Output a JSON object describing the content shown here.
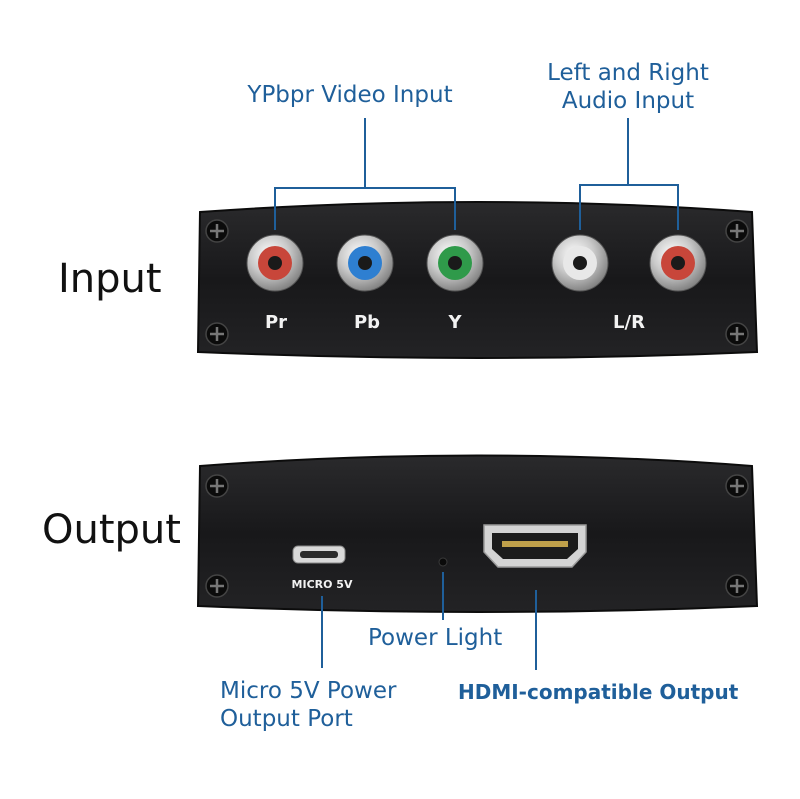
{
  "sections": {
    "input_label": "Input",
    "output_label": "Output"
  },
  "callouts": {
    "video_input": "YPbpr Video Input",
    "audio_input_line1": "Left and Right",
    "audio_input_line2": "Audio Input",
    "power_light": "Power Light",
    "micro_port_line1": "Micro 5V Power",
    "micro_port_line2": "Output Port",
    "hdmi_output": "HDMI-compatible Output"
  },
  "ports": {
    "pr": "Pr",
    "pb": "Pb",
    "y": "Y",
    "lr": "L/R",
    "micro": "MICRO 5V"
  },
  "colors": {
    "callout_blue": "#1f5f9a",
    "panel": "#1d1d1f",
    "rca_red": "#c8463a",
    "rca_blue": "#2e7fd1",
    "rca_green": "#2f9a4a",
    "rca_white": "#e8e8e8"
  }
}
